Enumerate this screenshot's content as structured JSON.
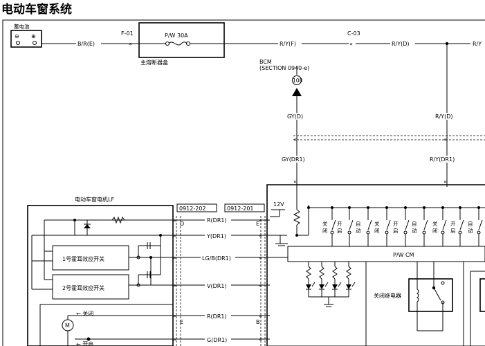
{
  "title": "电动车窗系统",
  "battery": {
    "label": "蓄电池",
    "neg": "⊖",
    "pos": "⊕"
  },
  "fuse": {
    "label": "P/W 30A",
    "box_label": "主熔断器盒"
  },
  "connectors": {
    "f01": "F-01",
    "c03": "C-03"
  },
  "wires": {
    "br_e": "B/R(E)",
    "ry_f": "R/Y(F)",
    "ry_d": "R/Y(D)",
    "ry_right": "R/Y",
    "gy_d": "GY(D)",
    "gy_dr1": "GY(DR1)",
    "ry_d2": "R/Y(D)",
    "ry_dr1": "R/Y(DR1)",
    "r_dr1": "R(DR1)",
    "y_dr1": "Y(DR1)",
    "lgb_dr1": "LG/B(DR1)",
    "v_dr1": "V(DR1)",
    "r_dr1_b": "R(DR1)",
    "g_dr1": "G(DR1)"
  },
  "bcm": {
    "name": "BCM",
    "section": "(SECTION 0940-e)",
    "ref": "108"
  },
  "motor": {
    "title": "电动车窗电机LF",
    "switch1": "1号霍耳效应开关",
    "switch2": "2号霍耳效应开关",
    "close": "← 关闭",
    "open": "← 开启",
    "m": "M"
  },
  "harness": {
    "left": "0912-202",
    "right": "0912-201"
  },
  "pins": {
    "d": "D",
    "e": "E",
    "e2": "E",
    "b": "B"
  },
  "voltage": "12V",
  "pwcm": {
    "label": "P/W CM",
    "relay": "关闭继电器",
    "switch_labels": [
      "关闭",
      "开启",
      "自动",
      "关闭",
      "开启",
      "自动",
      "关闭",
      "开启",
      "自动"
    ]
  }
}
